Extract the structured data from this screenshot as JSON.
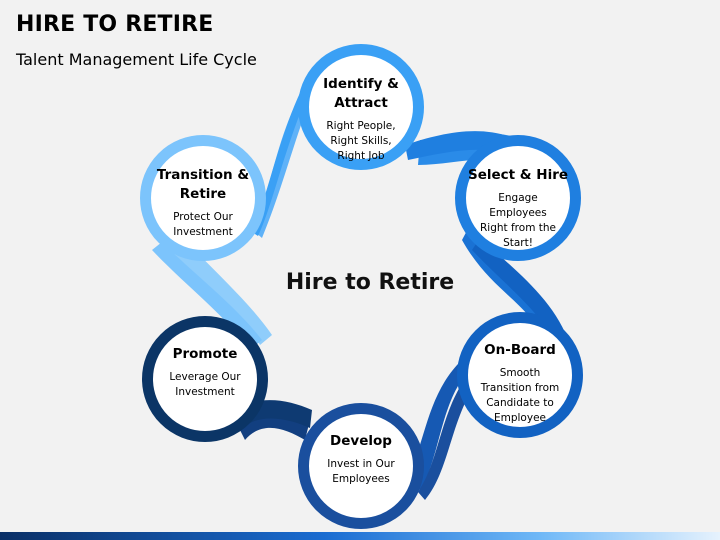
{
  "header": {
    "title": "HIRE TO RETIRE",
    "subtitle": "Talent Management Life Cycle"
  },
  "center": {
    "label": "Hire to Retire"
  },
  "stages": [
    {
      "title": "Identify & Attract",
      "description": "Right People, Right Skills, Right Job",
      "color": "#3aa0f5"
    },
    {
      "title": "Select & Hire",
      "description": "Engage Employees Right from the Start!",
      "color": "#1f7fe0"
    },
    {
      "title": "On-Board",
      "description": "Smooth Transition from Candidate to Employee",
      "color": "#1262c2"
    },
    {
      "title": "Develop",
      "description": "Invest in Our Employees",
      "color": "#1a4f9e"
    },
    {
      "title": "Promote",
      "description": "Leverage Our Investment",
      "color": "#0b3566"
    },
    {
      "title": "Transition & Retire",
      "description": "Protect Our Investment",
      "color": "#7cc4fc"
    }
  ]
}
